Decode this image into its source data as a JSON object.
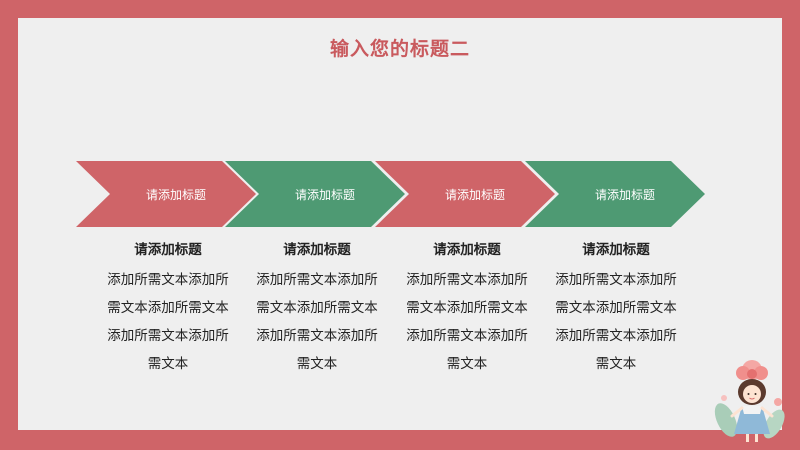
{
  "slide": {
    "title": "输入您的标题二"
  },
  "steps": [
    {
      "label": "请添加标题",
      "heading": "请添加标题",
      "body": "添加所需文本添加所需文本添加所需文本添加所需文本添加所需文本",
      "color": "#cf6468"
    },
    {
      "label": "请添加标题",
      "heading": "请添加标题",
      "body": "添加所需文本添加所需文本添加所需文本添加所需文本添加所需文本",
      "color": "#4e9a73"
    },
    {
      "label": "请添加标题",
      "heading": "请添加标题",
      "body": "添加所需文本添加所需文本添加所需文本添加所需文本添加所需文本",
      "color": "#cf6468"
    },
    {
      "label": "请添加标题",
      "heading": "请添加标题",
      "body": "添加所需文本添加所需文本添加所需文本添加所需文本添加所需文本",
      "color": "#4e9a73"
    }
  ],
  "colors": {
    "frame": "#cf6468",
    "background": "#efefef",
    "title": "#c95a5e",
    "accent_red": "#cf6468",
    "accent_green": "#4e9a73"
  },
  "decor": {
    "icon": "girl-with-flower-illustration"
  }
}
